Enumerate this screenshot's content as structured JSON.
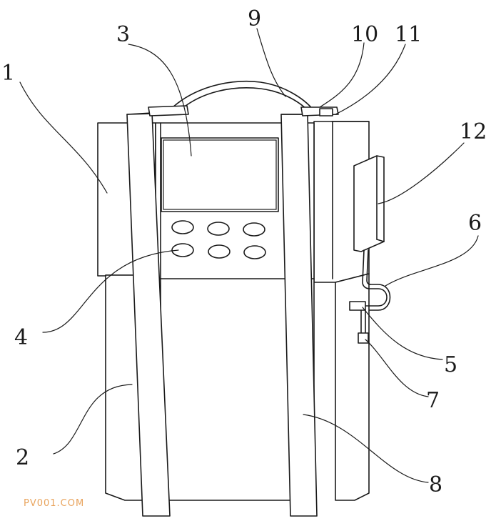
{
  "diagram": {
    "labels": [
      "1",
      "2",
      "3",
      "4",
      "5",
      "6",
      "7",
      "8",
      "9",
      "10",
      "11",
      "12"
    ],
    "watermark": "PV001.COM"
  }
}
